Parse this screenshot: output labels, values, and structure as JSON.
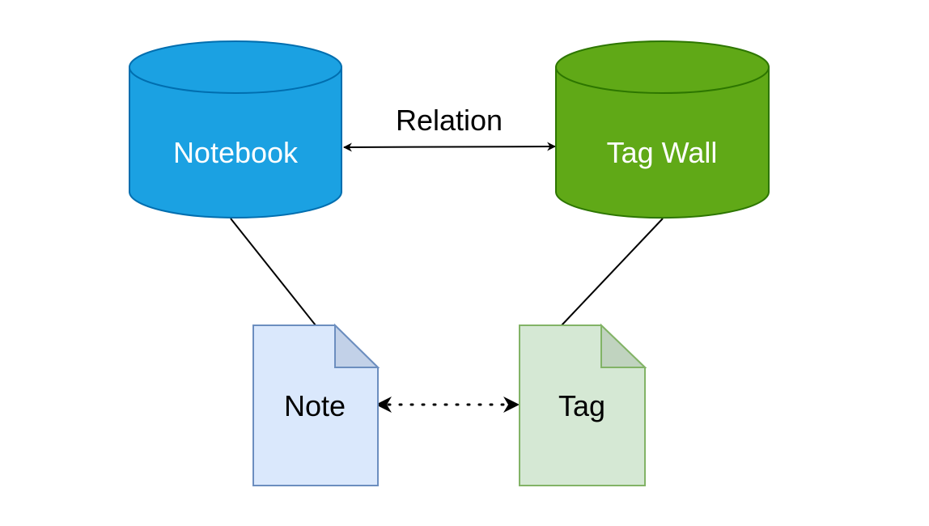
{
  "nodes": {
    "notebook": {
      "label": "Notebook",
      "fill": "#1ba1e2",
      "stroke": "#006eaf",
      "text_color": "#ffffff"
    },
    "tag_wall": {
      "label": "Tag Wall",
      "fill": "#60a917",
      "stroke": "#2d7600",
      "text_color": "#ffffff"
    },
    "note": {
      "label": "Note",
      "fill": "#dae8fc",
      "stroke": "#6c8ebf",
      "fold_fill": "#c2d1e8",
      "text_color": "#000000"
    },
    "tag": {
      "label": "Tag",
      "fill": "#d5e8d4",
      "stroke": "#82b366",
      "fold_fill": "#c0d3bf",
      "text_color": "#000000"
    }
  },
  "edges": {
    "relation": {
      "label": "Relation",
      "style": "solid",
      "arrows": "both"
    },
    "note_tag": {
      "label": "",
      "style": "dotted",
      "arrows": "both"
    },
    "notebook_note": {
      "style": "solid",
      "arrows": "none"
    },
    "tagwall_tag": {
      "style": "solid",
      "arrows": "none"
    }
  }
}
